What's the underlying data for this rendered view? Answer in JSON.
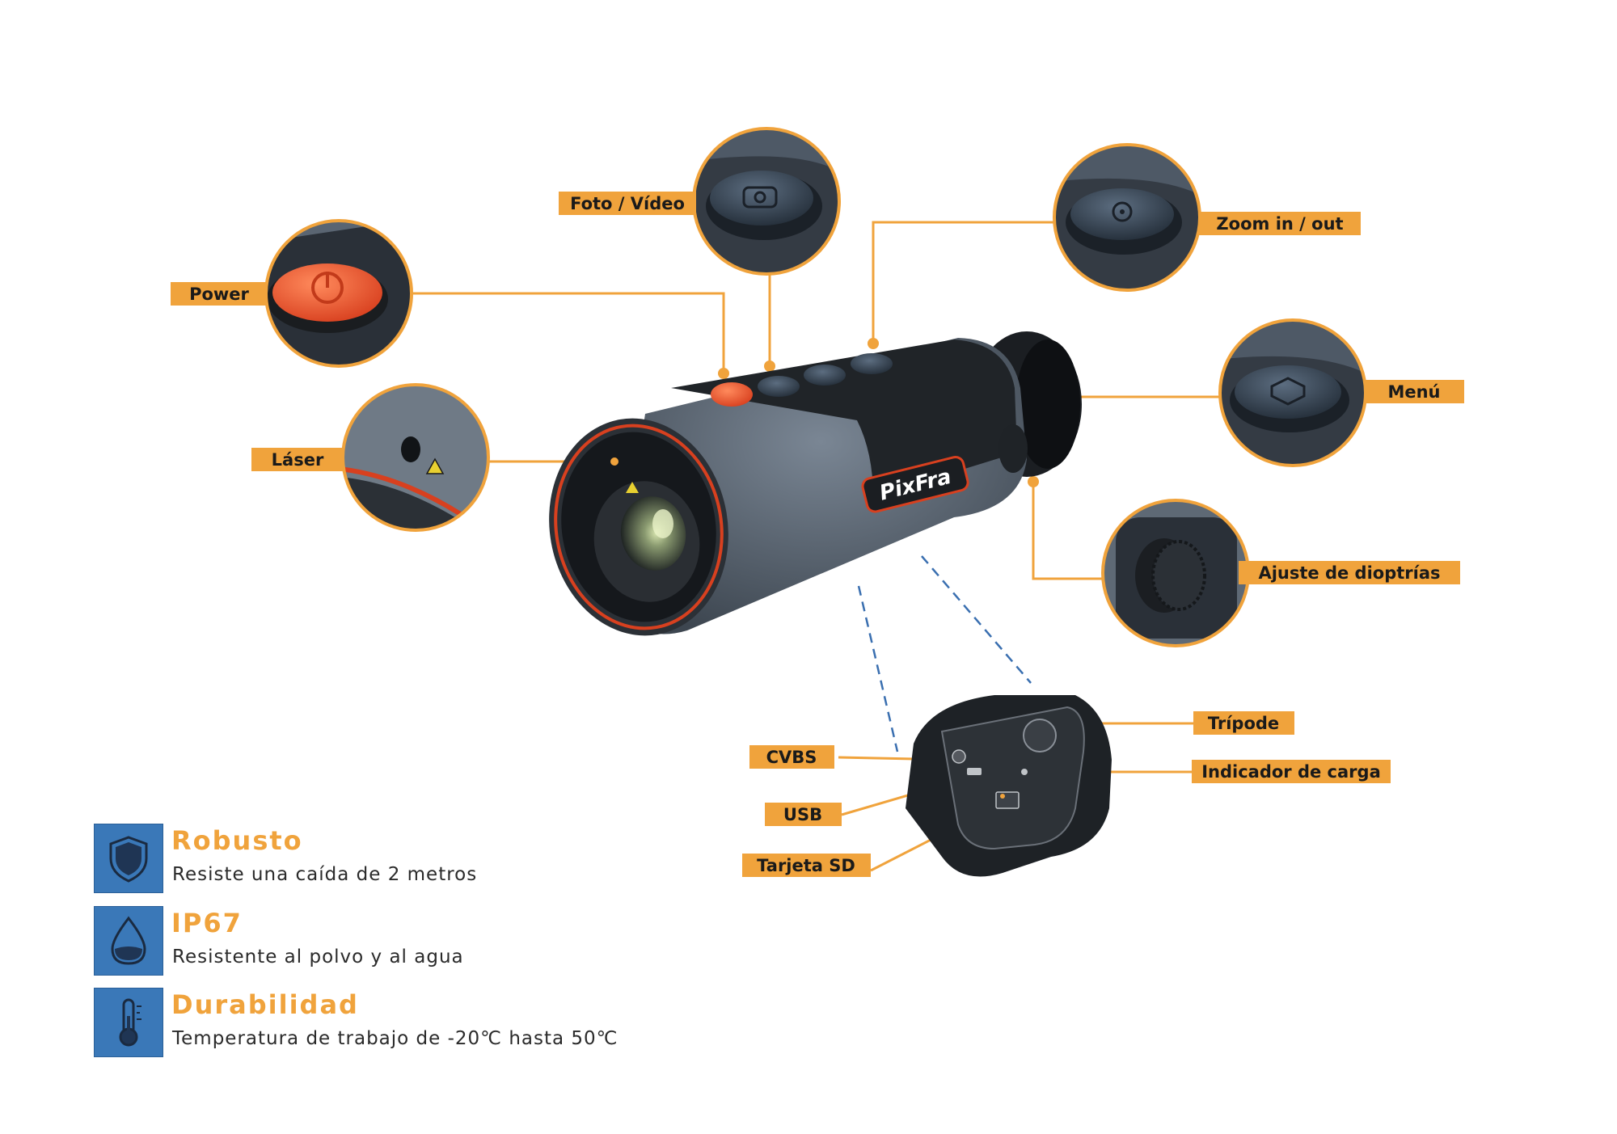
{
  "device": {
    "brand_logo": "PixFra"
  },
  "callouts": {
    "foto_video": "Foto / Vídeo",
    "zoom": "Zoom in / out",
    "power": "Power",
    "menu": "Menú",
    "laser": "Láser",
    "dioptrias": "Ajuste de dioptrías",
    "tripode": "Trípode",
    "cvbs": "CVBS",
    "indicador_carga": "Indicador de carga",
    "usb": "USB",
    "tarjeta_sd": "Tarjeta SD"
  },
  "features": [
    {
      "icon": "shield-icon",
      "title": "Robusto",
      "desc": "Resiste una caída de 2 metros"
    },
    {
      "icon": "water-drop-icon",
      "title": "IP67",
      "desc": "Resistente al polvo y al agua"
    },
    {
      "icon": "thermometer-icon",
      "title": "Durabilidad",
      "desc": "Temperatura de trabajo de -20℃ hasta 50℃"
    }
  ],
  "colors": {
    "accent_orange": "#f0a33c",
    "power_red": "#e8533a",
    "icon_blue": "#3a78b8",
    "dashed_blue": "#3a6fb0"
  }
}
